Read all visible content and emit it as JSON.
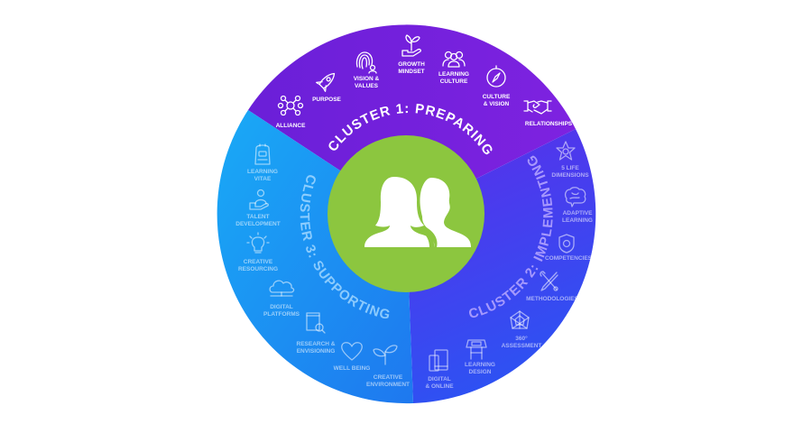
{
  "diagram": {
    "center": {
      "icon": "people-icon",
      "color": "#8cc63f"
    },
    "clusters": [
      {
        "title": "CLUSTER 1: PREPARING",
        "color_start": "#6a1fd8",
        "color_end": "#7e22e0",
        "items": [
          {
            "label_1": "ALLIANCE",
            "label_2": "",
            "icon": "network-icon"
          },
          {
            "label_1": "PURPOSE",
            "label_2": "",
            "icon": "rocket-icon"
          },
          {
            "label_1": "VISION &",
            "label_2": "VALUES",
            "icon": "fingerprint-icon"
          },
          {
            "label_1": "GROWTH",
            "label_2": "MINDSET",
            "icon": "plant-in-hand-icon"
          },
          {
            "label_1": "LEARNING",
            "label_2": "CULTURE",
            "icon": "group-icon"
          },
          {
            "label_1": "CULTURE",
            "label_2": "& VISION",
            "icon": "compass-icon"
          },
          {
            "label_1": "RELATIONSHIPS",
            "label_2": "",
            "icon": "handshake-icon"
          }
        ]
      },
      {
        "title": "CLUSTER 2: IMPLEMENTING",
        "color_start": "#6b2be6",
        "color_end": "#2f4ff2",
        "items": [
          {
            "label_1": "5 LIFE",
            "label_2": "DIMENSIONS",
            "icon": "star-icon"
          },
          {
            "label_1": "ADAPTIVE",
            "label_2": "LEARNING",
            "icon": "brain-icon"
          },
          {
            "label_1": "COMPETENCIES",
            "label_2": "",
            "icon": "shield-icon"
          },
          {
            "label_1": "METHODOLOGIES",
            "label_2": "",
            "icon": "tools-icon"
          },
          {
            "label_1": "360°",
            "label_2": "ASSESSMENT",
            "icon": "radar-icon"
          },
          {
            "label_1": "LEARNING",
            "label_2": "DESIGN",
            "icon": "easel-icon"
          },
          {
            "label_1": "DIGITAL",
            "label_2": "& ONLINE",
            "icon": "devices-icon"
          }
        ]
      },
      {
        "title": "CLUSTER 3: SUPPORTING",
        "color_start": "#1aa7f5",
        "color_end": "#1e7cf0",
        "items": [
          {
            "label_1": "LEARNING",
            "label_2": "VITAE",
            "icon": "backpack-icon"
          },
          {
            "label_1": "TALENT",
            "label_2": "DEVELOPMENT",
            "icon": "person-in-hand-icon"
          },
          {
            "label_1": "CREATIVE",
            "label_2": "RESOURCING",
            "icon": "lightbulb-icon"
          },
          {
            "label_1": "DIGITAL",
            "label_2": "PLATFORMS",
            "icon": "cloud-icon"
          },
          {
            "label_1": "RESEARCH &",
            "label_2": "ENVISIONING",
            "icon": "book-search-icon"
          },
          {
            "label_1": "WELL BEING",
            "label_2": "",
            "icon": "heart-icon"
          },
          {
            "label_1": "CREATIVE",
            "label_2": "ENVIRONMENT",
            "icon": "sprout-icon"
          }
        ]
      }
    ]
  }
}
